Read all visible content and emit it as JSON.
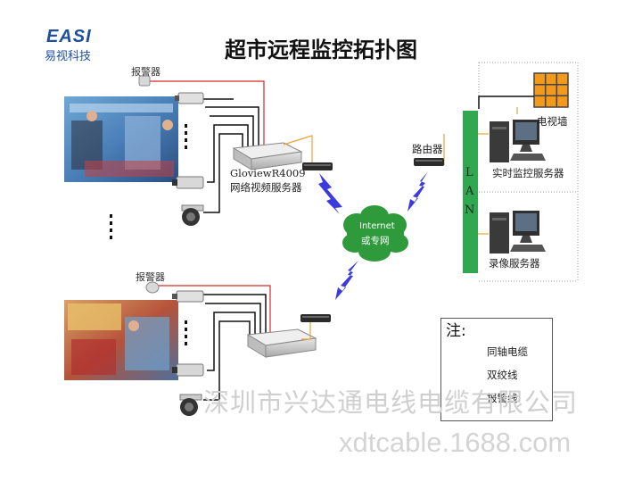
{
  "logo": {
    "mark": "EASI",
    "text": "易视科技"
  },
  "title": "超市远程监控拓扑图",
  "labels": {
    "alarm_top": "报警器",
    "alarm_bottom": "报警器",
    "server_model": "GloviewR4009",
    "server_name": "网络视频服务器",
    "router": "路由器",
    "lan_letters": [
      "L",
      "A",
      "N"
    ],
    "internet_line1": "Internet",
    "internet_line2": "或专网",
    "tv_wall": "电视墙",
    "monitor_server": "实时监控服务器",
    "record_server": "录像服务器"
  },
  "legend": {
    "title": "注:",
    "items": [
      {
        "label": "同轴电缆",
        "color": "#111111"
      },
      {
        "label": "双绞线",
        "color": "#e8a33a"
      },
      {
        "label": "报警线",
        "color": "#d42a2a"
      }
    ]
  },
  "watermark": {
    "line1": "深圳市兴达通电线电缆有限公司",
    "line2": "xdtcable.1688.com"
  },
  "colors": {
    "lan_bar": "#2fa84f",
    "cloud": "#2e9a3c",
    "link": "#3a3adf",
    "coax": "#111111",
    "twisted": "#e8a33a",
    "alarm": "#d42a2a",
    "tv_wall": "#f39a1d"
  }
}
